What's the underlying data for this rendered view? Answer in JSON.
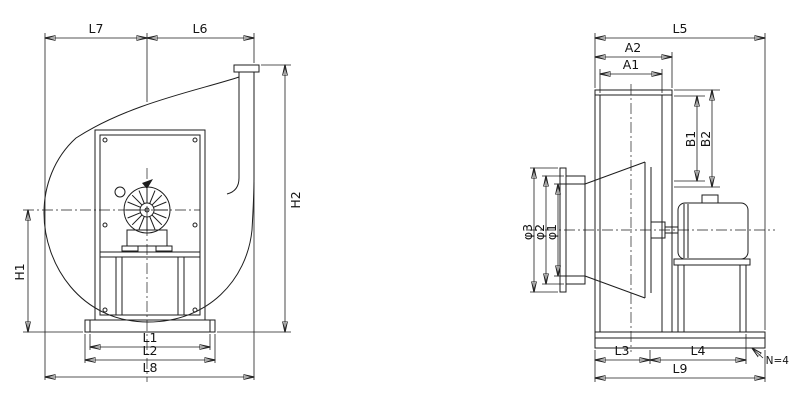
{
  "colors": {
    "line": "#1d1d1d",
    "background": "#ffffff"
  },
  "labels": {
    "l7": "L7",
    "l6": "L6",
    "h2": "H2",
    "h1": "H1",
    "l1": "L1",
    "l2": "L2",
    "l8": "L8",
    "l5": "L5",
    "a2": "A2",
    "a1": "A1",
    "b1": "B1",
    "b2": "B2",
    "phi3": "φ3",
    "phi2": "φ2",
    "phi1": "φ1",
    "l3": "L3",
    "l4": "L4",
    "l9": "L9",
    "n_holes": "N=4"
  }
}
